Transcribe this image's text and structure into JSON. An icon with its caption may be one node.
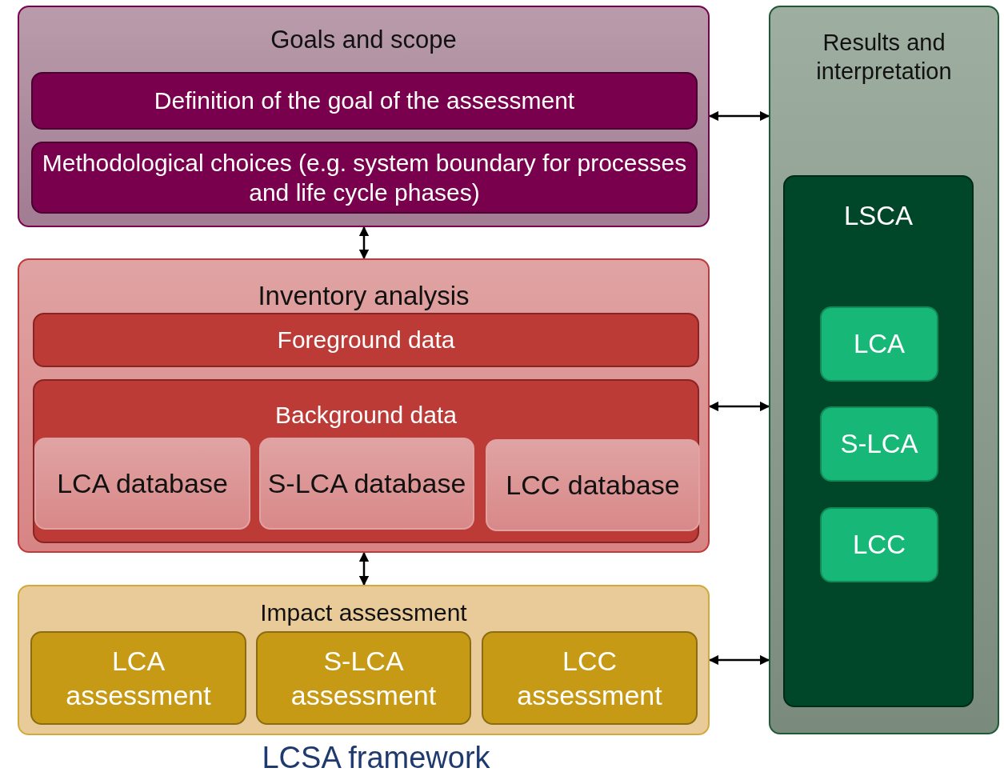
{
  "diagram": {
    "caption": "LCSA framework",
    "nodes": [
      {
        "text": [
          "Goals and scope"
        ]
      },
      {
        "text": [
          "Definition of the goal of the assessment"
        ],
        "in": 0
      },
      {
        "text": [
          "Methodological choices (e.g. system boundary for processes and life cycle phases)"
        ],
        "in": 0
      },
      {
        "text": [
          "Inventory analysis"
        ]
      },
      {
        "text": [
          "Foreground data"
        ],
        "in": 3
      },
      {
        "text": [
          "Background data"
        ],
        "in": 3
      },
      {
        "text": [
          "LCA database"
        ],
        "in": 5
      },
      {
        "text": [
          "S-LCA database"
        ],
        "in": 5
      },
      {
        "text": [
          "LCC database"
        ],
        "in": 5
      },
      {
        "text": [
          "Impact assessment"
        ]
      },
      {
        "text": [
          "LCA assessment"
        ],
        "in": 9
      },
      {
        "text": [
          "S-LCA assessment"
        ],
        "in": 9
      },
      {
        "text": [
          "LCC assessment"
        ],
        "in": 9
      },
      {
        "text": [
          "Results and interpretation"
        ]
      },
      {
        "text": [
          "LSCA"
        ],
        "in": 13
      },
      {
        "text": [
          "LCA"
        ],
        "in": 14
      },
      {
        "text": [
          "S-LCA"
        ],
        "in": 14
      },
      {
        "text": [
          "LCC"
        ],
        "in": 14
      }
    ],
    "edges": [
      {
        "from": 0,
        "to": 3,
        "arrow": "both"
      },
      {
        "from": 3,
        "to": 9,
        "arrow": "both"
      },
      {
        "from": 0,
        "to": 13,
        "arrow": "both"
      },
      {
        "from": 3,
        "to": 13,
        "arrow": "both"
      },
      {
        "from": 9,
        "to": 13,
        "arrow": "both"
      }
    ]
  }
}
